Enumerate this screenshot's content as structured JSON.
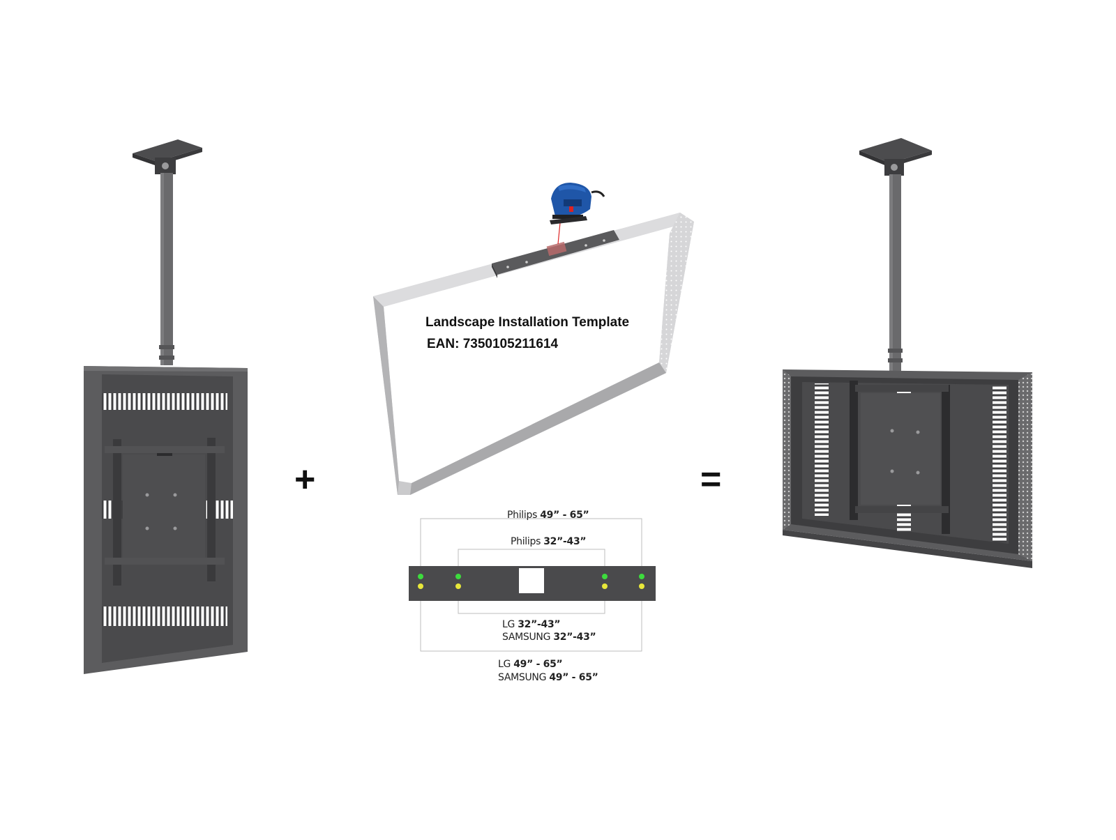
{
  "template": {
    "title": "Landscape Installation Template",
    "ean": "EAN: 7350105211614"
  },
  "operators": {
    "plus": "+",
    "equals": "="
  },
  "dimensions": {
    "philips_large": {
      "brand": "Philips",
      "range": "49” - 65”"
    },
    "philips_small": {
      "brand": "Philips",
      "range": "32”-43”"
    },
    "lg_small": {
      "brand": "LG",
      "range": "32”-43”"
    },
    "samsung_small": {
      "brand": "SAMSUNG",
      "range": "32”-43”"
    },
    "lg_large": {
      "brand": "LG",
      "range": "49” - 65”"
    },
    "samsung_large": {
      "brand": "SAMSUNG",
      "range": "49” - 65”"
    }
  },
  "colors": {
    "enclosure": "#5a5a5c",
    "enclosure_dark": "#3f3f41",
    "template_frame": "#c9c9cb",
    "plate": "#4a4a4c",
    "hole_green": "#3ddc3d",
    "hole_yellow": "#e8e83a",
    "tool_blue": "#1f56a8"
  },
  "icons": {
    "tool": "jigsaw-icon"
  }
}
